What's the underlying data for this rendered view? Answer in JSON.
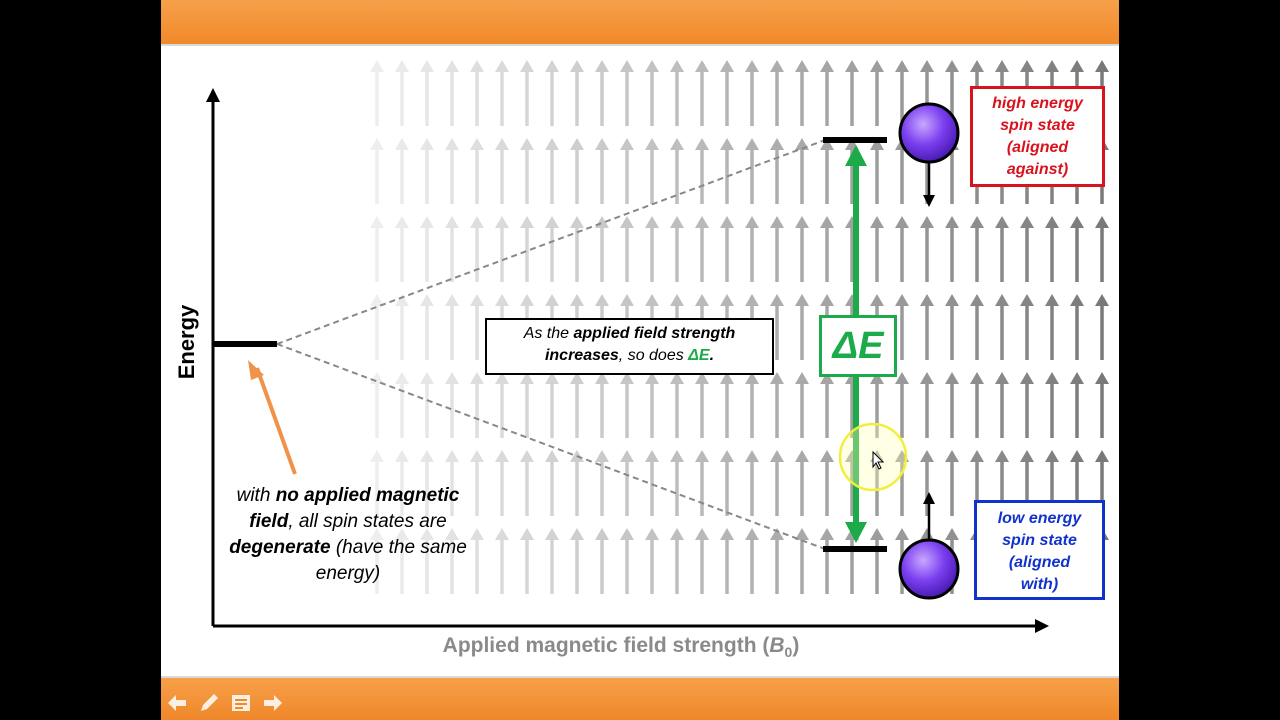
{
  "diagram": {
    "y_axis_label": "Energy",
    "x_axis_label_text": "Applied magnetic field strength (",
    "x_axis_symbol": "B",
    "x_axis_subscript": "0",
    "x_axis_close": ")",
    "high_state": {
      "line1": "high energy",
      "line2": "spin state",
      "line3": "(aligned",
      "line4": "against)"
    },
    "low_state": {
      "line1": "low energy",
      "line2": "spin state",
      "line3": "(aligned",
      "line4": "with)"
    },
    "info": {
      "part1": "As the ",
      "bold1": "applied field strength",
      "bold2": "increases",
      "part2": ", so does ",
      "delta": "ΔE",
      "end": "."
    },
    "delta_label": "ΔE",
    "note": {
      "part1": "with ",
      "bold1": "no applied magnetic field",
      "part2": ", all spin states are ",
      "bold2": "degenerate",
      "part3": " (have the same energy)"
    }
  },
  "colors": {
    "accent_orange": "#f08a2a",
    "high_red": "#d9131e",
    "low_blue": "#1133cc",
    "delta_green": "#1daa4a",
    "spin_purple": "#7b3ff0",
    "field_arrows_gray": "#808080"
  },
  "nav": {
    "back_icon": "back-arrow-icon",
    "pen_icon": "pen-icon",
    "menu_icon": "slide-menu-icon",
    "forward_icon": "forward-arrow-icon"
  }
}
